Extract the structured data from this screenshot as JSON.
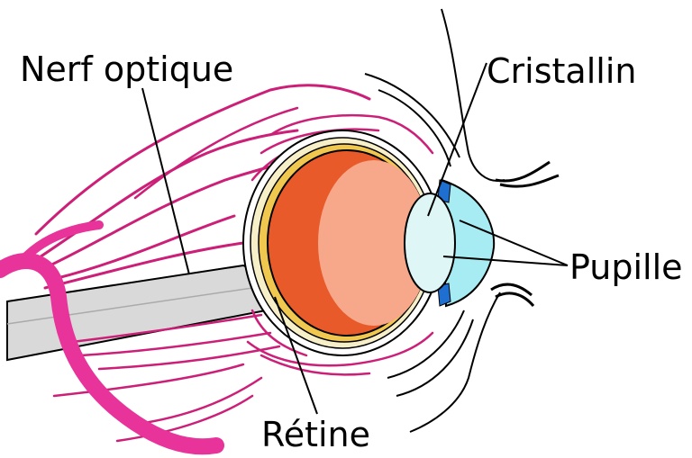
{
  "labels": {
    "optic_nerve": "Nerf optique",
    "lens": "Cristallin",
    "pupil": "Pupille",
    "retina": "Rétine"
  },
  "colors": {
    "vessel": "#cc1f78",
    "vessel_bright": "#e8339b",
    "nerve": "#d9d9d9",
    "sclera_layer": "#f6efc8",
    "choroid": "#f0c850",
    "vitreous": "#e85a2a",
    "vitreous_light": "#f7a88a",
    "lens": "#dff6f7",
    "cornea": "#a6ecf2",
    "iris": "#1f6fd1"
  }
}
